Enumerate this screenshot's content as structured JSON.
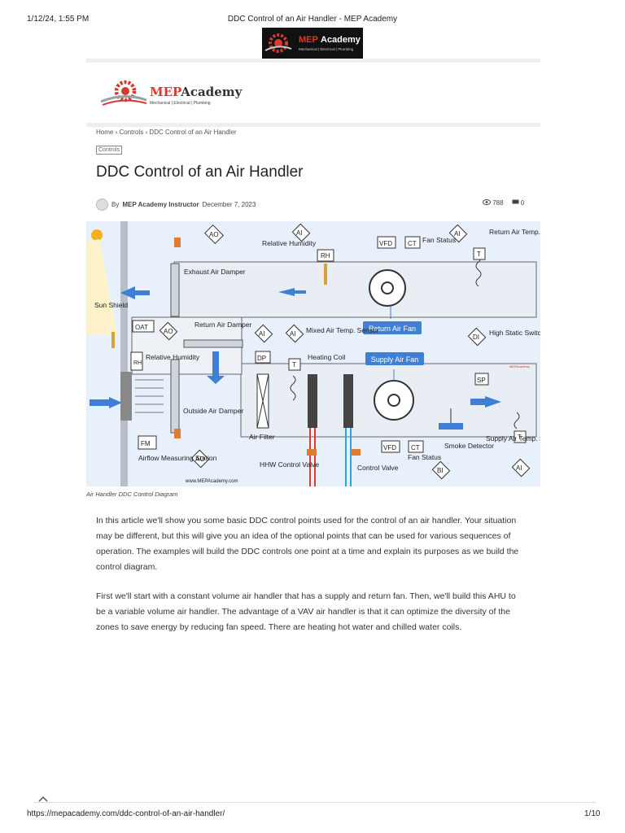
{
  "print_header": {
    "date": "1/12/24, 1:55 PM",
    "title": "DDC Control of an Air Handler - MEP Academy"
  },
  "logo": {
    "name_a": "MEP",
    "name_b": "Academy",
    "tagline": "Mechanical | Electrical | Plumbing"
  },
  "breadcrumb": {
    "home": "Home",
    "sep": "›",
    "controls": "Controls",
    "current": "DDC Control of an Air Handler"
  },
  "tag": "Controls",
  "article": {
    "title": "DDC Control of an Air Handler",
    "by": "By",
    "author": "MEP Academy Instructor",
    "date": "December 7, 2023",
    "views": "788",
    "comments": "0",
    "caption": "Air Handler DDC Control Diagram",
    "paragraph1": "In this article we'll show you some basic DDC control points used for the control of an air handler. Your situation may be different, but this will give you an idea of the optional points that can be used for various sequences of operation. The examples will build the DDC controls one point at a time and explain its purposes as we build the control diagram.",
    "paragraph2": "First we'll start with a constant volume air handler that has a supply and return fan. Then, we'll build this AHU to be a variable volume air handler. The advantage of a VAV air handler is that it can optimize the diversity of the zones to save energy by reducing fan speed. There are heating hot water and chilled water coils."
  },
  "diagram": {
    "labels": {
      "ao": "AO",
      "ai": "AI",
      "di": "DI",
      "bi": "BI",
      "relative_humidity": "Relative Humidity",
      "rh": "RH",
      "vfd": "VFD",
      "ct": "CT",
      "fan_status": "Fan Status",
      "return_air_temp_sensor": "Return Air Temp. Sensor",
      "t": "T",
      "exhaust_air_damper": "Exhaust Air Damper",
      "sun_shield": "Sun Shield",
      "oat": "OAT",
      "return_air_damper": "Return Air Damper",
      "mixed_air_temp_sensor": "Mixed Air Temp. Sensor",
      "return_air_fan": "Return Air Fan",
      "high_static_switch": "High Static Switch",
      "dp": "DP",
      "heating_coil": "Heating Coil",
      "supply_air_fan": "Supply Air Fan",
      "sp": "SP",
      "outside_air_damper": "Outside Air Damper",
      "air_filter": "Air Filter",
      "fm": "FM",
      "airflow_measuring_station": "Airflow Measuring Station",
      "hhw_control_valve": "HHW Control Valve",
      "control_valve": "Control Valve",
      "smoke_detector": "Smoke Detector",
      "supply_air_temp_sensor": "Supply Air Temp. Sensor",
      "website": "www.MEPAcademy.com",
      "small_logo": "MEPAcademy"
    }
  },
  "footer": {
    "url": "https://mepacademy.com/ddc-control-of-an-air-handler/",
    "page": "1/10"
  }
}
